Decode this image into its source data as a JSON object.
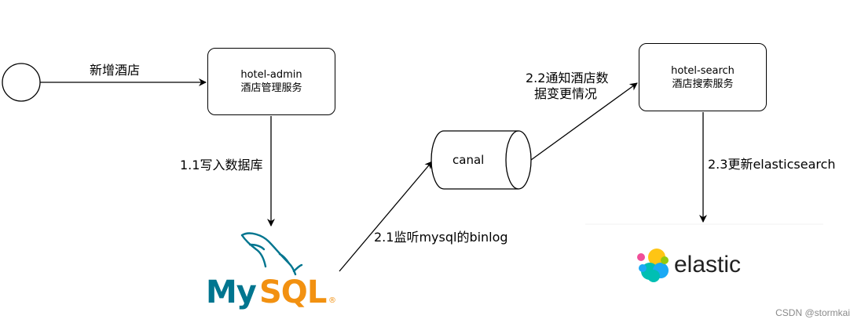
{
  "start_node": {},
  "nodes": {
    "hotel_admin": {
      "line1": "hotel-admin",
      "line2": "酒店管理服务"
    },
    "hotel_search": {
      "line1": "hotel-search",
      "line2": "酒店搜索服务"
    },
    "canal": {
      "label": "canal"
    }
  },
  "edges": {
    "add_hotel": "新增酒店",
    "write_db": "1.1写入数据库",
    "listen_binlog": "2.1监听mysql的binlog",
    "notify_line1": "2.2通知酒店数",
    "notify_line2": "据变更情况",
    "update_es": "2.3更新elasticsearch"
  },
  "logos": {
    "mysql": {
      "text_my": "My",
      "text_sql": "SQL",
      "registered": "®",
      "color_my": "#00758f",
      "color_sql": "#f29111"
    },
    "elastic": {
      "text": "elastic"
    }
  },
  "watermark": "CSDN @stormkai"
}
